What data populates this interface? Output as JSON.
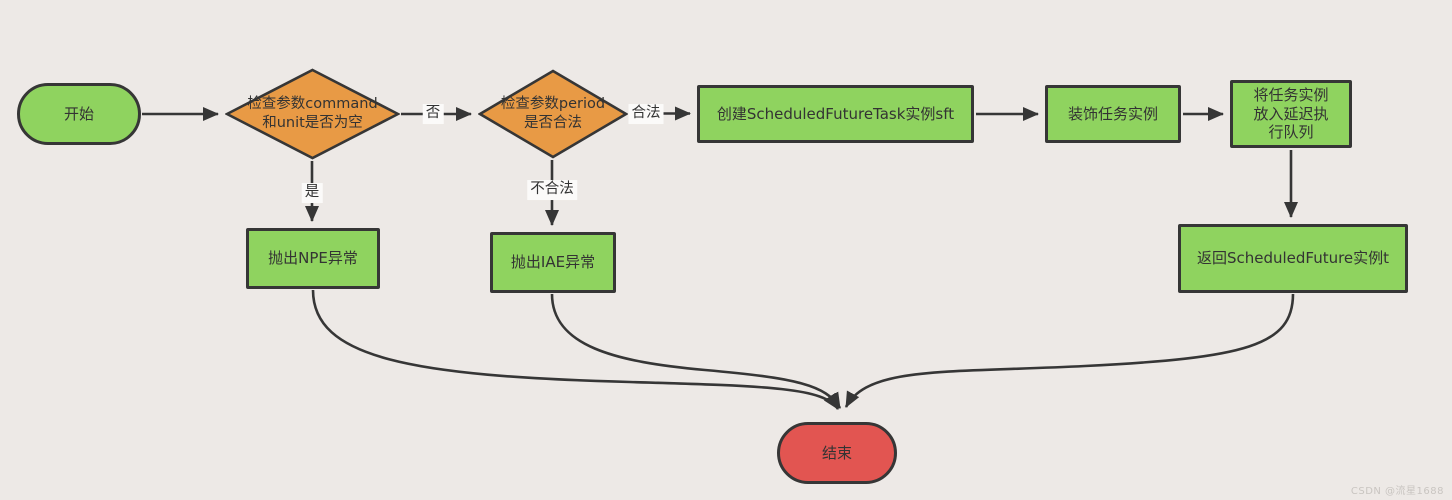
{
  "theme": {
    "bg": "#ede9e6",
    "green": "#8fd35f",
    "orange": "#e89a45",
    "red": "#e25551",
    "line": "#363636",
    "text": "#333333",
    "chip": "#fbfaf9",
    "watermark": "#c9c5c1"
  },
  "diagram": {
    "nodes": {
      "start": {
        "label": "开始"
      },
      "check_command": {
        "label": "检查参数command\n和unit是否为空"
      },
      "check_period": {
        "label": "检查参数period\n是否合法"
      },
      "create_sft": {
        "label": "创建ScheduledFutureTask实例sft"
      },
      "decorate": {
        "label": "装饰任务实例"
      },
      "enqueue": {
        "label": "将任务实例\n放入延迟执\n行队列"
      },
      "throw_npe": {
        "label": "抛出NPE异常"
      },
      "throw_iae": {
        "label": "抛出IAE异常"
      },
      "return_future": {
        "label": "返回ScheduledFuture实例t"
      },
      "end": {
        "label": "结束"
      }
    },
    "edge_labels": {
      "no": "否",
      "yes": "是",
      "legal": "合法",
      "illegal": "不合法"
    },
    "watermark": "CSDN @流星1688"
  }
}
